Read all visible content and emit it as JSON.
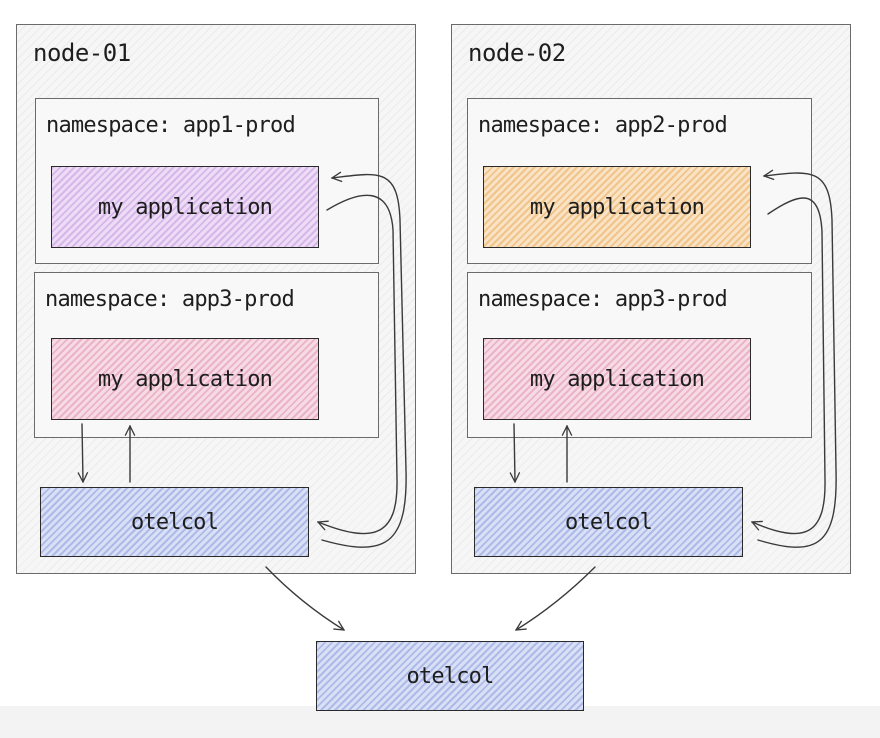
{
  "nodes": [
    {
      "label": "node-01",
      "namespaces": [
        {
          "label": "namespace: app1-prod",
          "app_label": "my application",
          "app_color": "#d7b6ea"
        },
        {
          "label": "namespace: app3-prod",
          "app_label": "my application",
          "app_color": "#eab3c7"
        }
      ],
      "collector_label": "otelcol"
    },
    {
      "label": "node-02",
      "namespaces": [
        {
          "label": "namespace: app2-prod",
          "app_label": "my application",
          "app_color": "#f0c48a"
        },
        {
          "label": "namespace: app3-prod",
          "app_label": "my application",
          "app_color": "#eab3c7"
        }
      ],
      "collector_label": "otelcol"
    }
  ],
  "gateway": {
    "label": "otelcol",
    "color": "#aebbe8"
  },
  "colors": {
    "stroke": "#1e1e1e",
    "node_fill": "#f6f6f6"
  }
}
